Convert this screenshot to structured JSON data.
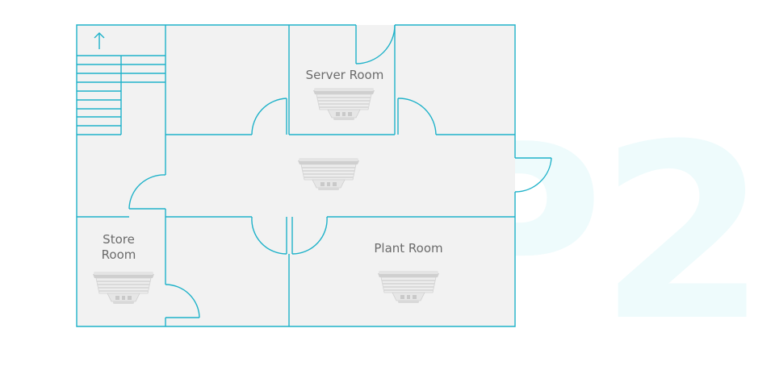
{
  "watermark": "P2",
  "rooms": {
    "server": "Server Room",
    "store_line1": "Store",
    "store_line2": "Room",
    "plant": "Plant Room"
  },
  "icons": {
    "stair_direction": "up-arrow-icon",
    "device": "smoke-detector-icon"
  },
  "colors": {
    "wall": "#1fb2c9",
    "floor": "#f2f2f2",
    "label": "#6b6b6b",
    "watermark": "#eefbfc",
    "detector": "#d6d6d6"
  }
}
